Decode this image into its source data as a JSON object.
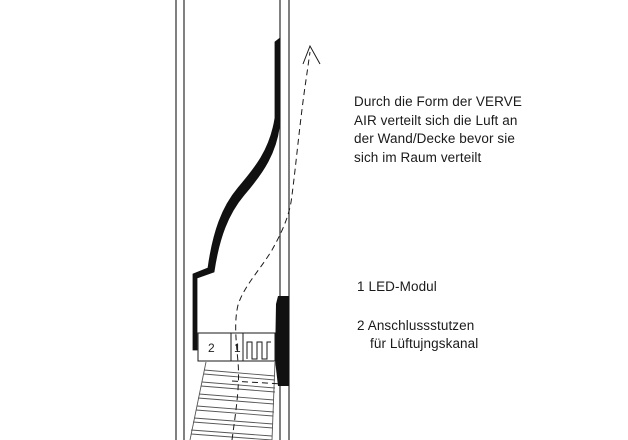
{
  "description": {
    "lines": [
      "Durch die Form der VERVE",
      "AIR verteilt sich die Luft an",
      "der Wand/Decke bevor sie",
      "sich im Raum verteilt"
    ]
  },
  "legend": {
    "item1": "1 LED-Modul",
    "item2_line1": "2 Anschlussstutzen",
    "item2_line2": "für Lüftujngskanal"
  },
  "callouts": {
    "connector": "2",
    "led_module": "1"
  },
  "colors": {
    "line": "#1a1a1a",
    "fill": "#111111",
    "duct": "#555555"
  }
}
